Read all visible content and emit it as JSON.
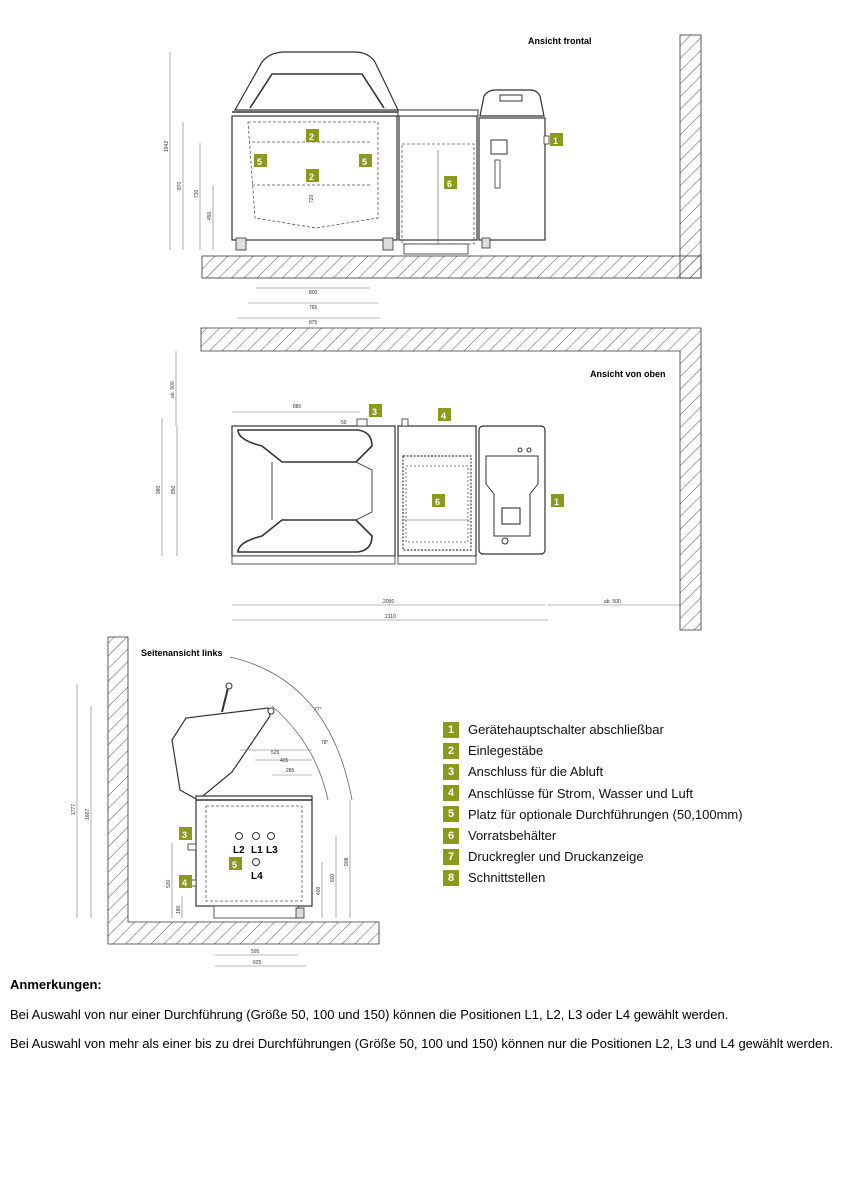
{
  "views": {
    "front": {
      "title": "Ansicht frontal"
    },
    "top": {
      "title": "Ansicht von oben"
    },
    "side": {
      "title": "Seitenansicht links"
    }
  },
  "colors": {
    "badge": "#8a9a1c",
    "line": "#555555",
    "hatch": "#444444"
  },
  "legend": [
    {
      "num": "1",
      "label": "Gerätehauptschalter abschließbar"
    },
    {
      "num": "2",
      "label": "Einlegestäbe"
    },
    {
      "num": "3",
      "label": "Anschluss für die Abluft"
    },
    {
      "num": "4",
      "label": "Anschlüsse für Strom, Wasser und Luft"
    },
    {
      "num": "5",
      "label": "Platz für optionale Durchführungen (50,100mm)"
    },
    {
      "num": "6",
      "label": "Vorratsbehälter"
    },
    {
      "num": "7",
      "label": "Druckregler und Druckanzeige"
    },
    {
      "num": "8",
      "label": "Schnittstellen"
    }
  ],
  "notes": {
    "title": "Anmerkungen:",
    "lines": [
      "Bei Auswahl von nur einer Durchführung (Größe 50, 100 und 150) können die Positionen L1, L2, L3 oder L4 gewählt werden.",
      "Bei Auswahl von mehr als einer bis zu drei Durchführungen (Größe 50, 100 und 150) können nur die Positionen L2, L3 und L4 gewählt werden."
    ]
  },
  "dimensions": {
    "front": [
      "1942",
      "870",
      "730",
      "450",
      "720",
      "800",
      "765",
      "875"
    ],
    "top": [
      "880",
      "ab. 500",
      "980",
      "850",
      "50",
      "2096",
      "2110",
      "ab. 500"
    ],
    "side": [
      "1777",
      "1667",
      "525",
      "405",
      "285",
      "530",
      "180",
      "908",
      "600",
      "400",
      "595",
      "625",
      "77°",
      "78°"
    ]
  },
  "ports": [
    "L2",
    "L1",
    "L3",
    "L4"
  ]
}
